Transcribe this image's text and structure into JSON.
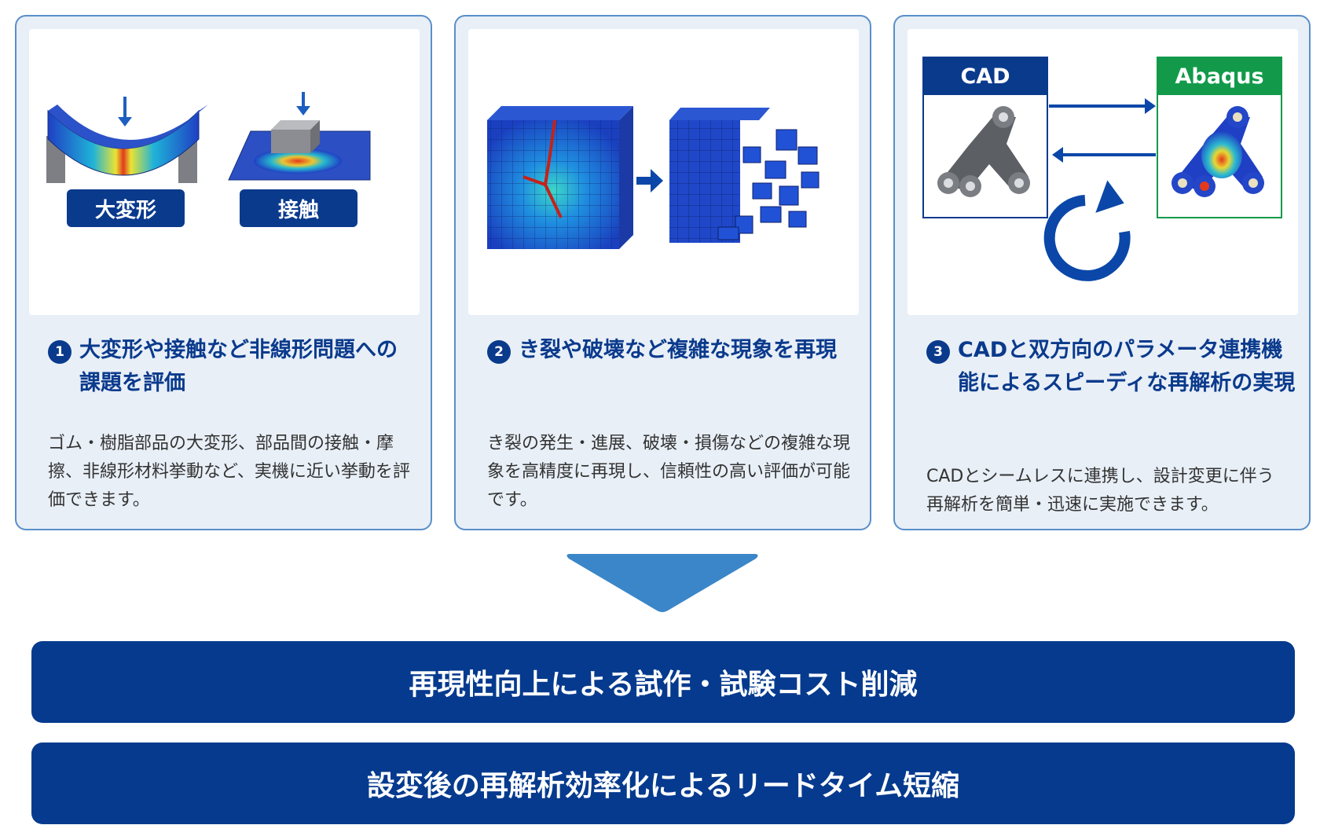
{
  "cards": [
    {
      "number": "1",
      "title": "大変形や接触など非線形問題への課題を評価",
      "description": "ゴム・樹脂部品の大変形、部品間の接触・摩擦、非線形材料挙動など、実機に近い挙動を評価できます。",
      "labels": [
        "大変形",
        "接触"
      ]
    },
    {
      "number": "2",
      "title": "き裂や破壊など複雑な現象を再現",
      "description": "き裂の発生・進展、破壊・損傷などの複雑な現象を高精度に再現し、信頼性の高い評価が可能です。"
    },
    {
      "number": "3",
      "title": "CADと双方向のパラメータ連携機能によるスピーディな再解析の実現",
      "description": "CADとシームレスに連携し、設計変更に伴う再解析を簡単・迅速に実施できます。",
      "labels": [
        "CAD",
        "Abaqus"
      ]
    }
  ],
  "results": [
    "再現性向上による試作・試験コスト削減",
    "設変後の再解析効率化によるリードタイム短縮"
  ],
  "colors": {
    "navy": "#0a3a8c",
    "abaqus_green": "#129a4a",
    "arrow_blue": "#3a86c8",
    "card_bg": "#e8eff7"
  }
}
